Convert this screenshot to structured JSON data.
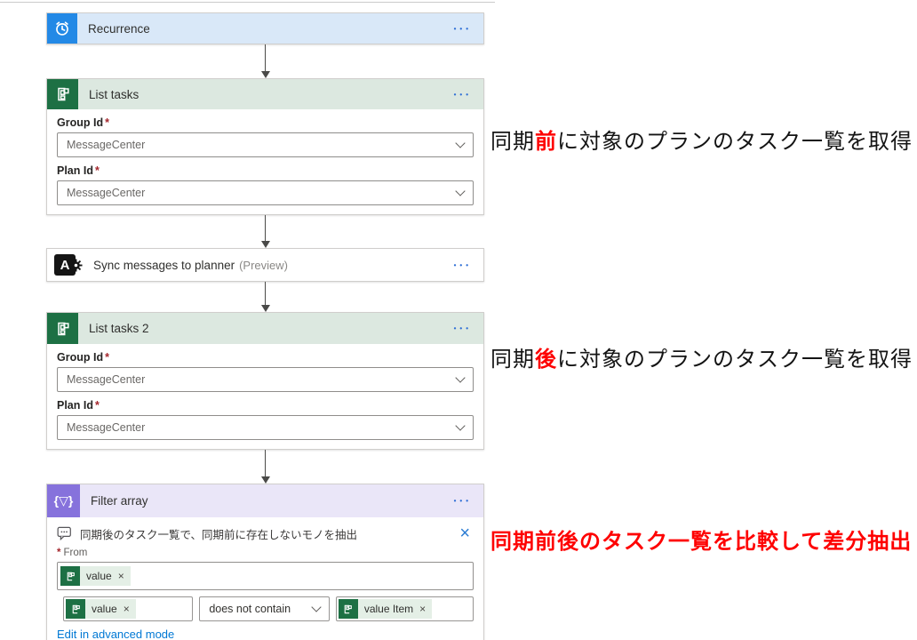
{
  "colors": {
    "recurrence_icon_bg": "#2389e6",
    "recurrence_header_bg": "#d9e8f8",
    "planner_icon_bg": "#1d7044",
    "planner_header_bg": "#dce8e0",
    "filter_icon_bg": "#8672dc",
    "filter_header_bg": "#eae6f8",
    "link_blue": "#0078d4",
    "annotation_red": "#fe0000",
    "token_bg": "#e4efe6"
  },
  "glyphs": {
    "menu_dots": "•••",
    "close_x": "×",
    "dismiss_x": "×",
    "filter_braces": "{▽}",
    "sync_letter": "A",
    "required_mark": "*"
  },
  "cards": {
    "recurrence": {
      "title": "Recurrence"
    },
    "list_tasks": {
      "title": "List tasks",
      "fields": [
        {
          "label": "Group Id",
          "value": "MessageCenter"
        },
        {
          "label": "Plan Id",
          "value": "MessageCenter"
        }
      ]
    },
    "sync": {
      "title": "Sync messages to planner",
      "badge": "(Preview)"
    },
    "list_tasks_2": {
      "title": "List tasks 2",
      "fields": [
        {
          "label": "Group Id",
          "value": "MessageCenter"
        },
        {
          "label": "Plan Id",
          "value": "MessageCenter"
        }
      ]
    },
    "filter_array": {
      "title": "Filter array",
      "comment": "同期後のタスク一覧で、同期前に存在しないモノを抽出",
      "from_label": "From",
      "from_token": "value",
      "condition_left_token": "value",
      "operator": "does not contain",
      "condition_right_token": "value Item",
      "advanced_link": "Edit in advanced mode"
    }
  },
  "annotations": {
    "first": {
      "lead": "同期",
      "em": "前",
      "rest": "に対象のプランのタスク一覧を取得"
    },
    "second": {
      "lead": "同期",
      "em": "後",
      "rest": "に対象のプランのタスク一覧を取得"
    },
    "third": "同期前後のタスク一覧を比較して差分抽出"
  }
}
